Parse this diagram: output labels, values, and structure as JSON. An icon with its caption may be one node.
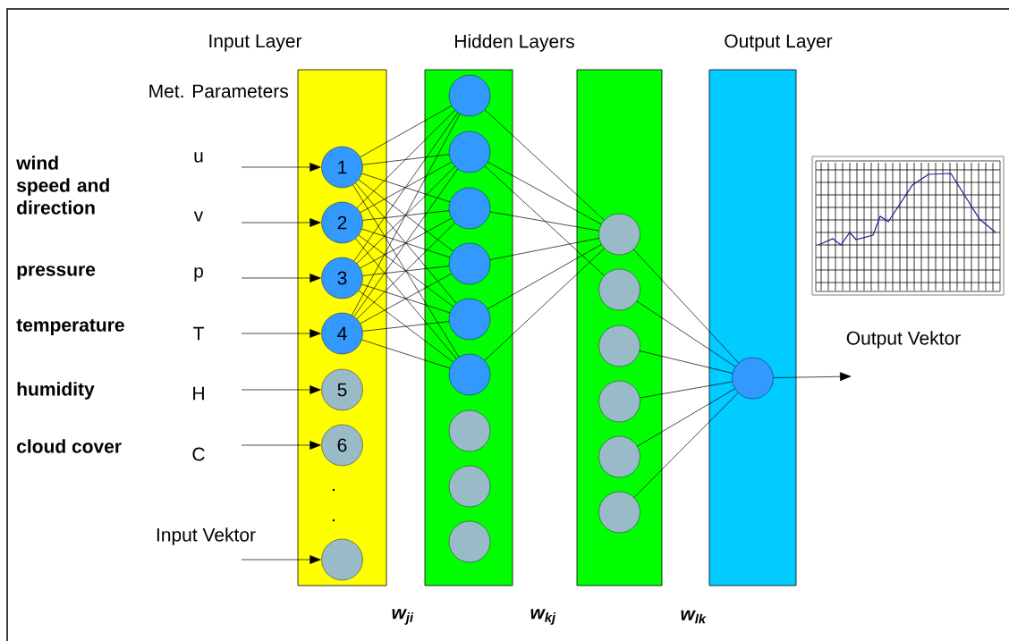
{
  "diagram": {
    "nodes": [
      {
        "text": [
          "Input Layer"
        ]
      },
      {
        "text": [
          "1"
        ],
        "in": 0
      },
      {
        "text": [
          "2"
        ],
        "in": 0
      },
      {
        "text": [
          "3"
        ],
        "in": 0
      },
      {
        "text": [
          "4"
        ],
        "in": 0
      },
      {
        "text": [
          "5"
        ],
        "in": 0
      },
      {
        "text": [
          "6"
        ],
        "in": 0
      },
      {
        "text": [],
        "shape": "circle",
        "in": 0
      },
      {
        "text": [],
        "shape": "bar"
      },
      {
        "text": [],
        "shape": "circle",
        "in": 8
      },
      {
        "text": [],
        "shape": "circle",
        "in": 8
      },
      {
        "text": [],
        "shape": "circle",
        "in": 8
      },
      {
        "text": [],
        "shape": "circle",
        "in": 8
      },
      {
        "text": [],
        "shape": "circle",
        "in": 8
      },
      {
        "text": [],
        "shape": "circle",
        "in": 8
      },
      {
        "text": [],
        "shape": "circle",
        "in": 8
      },
      {
        "text": [],
        "shape": "circle",
        "in": 8
      },
      {
        "text": [],
        "shape": "circle",
        "in": 8
      },
      {
        "text": [],
        "shape": "bar"
      },
      {
        "text": [],
        "shape": "circle",
        "in": 18
      },
      {
        "text": [],
        "shape": "circle",
        "in": 18
      },
      {
        "text": [],
        "shape": "circle",
        "in": 18
      },
      {
        "text": [],
        "shape": "circle",
        "in": 18
      },
      {
        "text": [],
        "shape": "circle",
        "in": 18
      },
      {
        "text": [],
        "shape": "circle",
        "in": 18
      },
      {
        "text": [
          "Output Layer"
        ]
      },
      {
        "text": [],
        "shape": "circle",
        "in": 25
      }
    ],
    "edges": [
      {
        "from": null,
        "to": 1,
        "arrow": "to"
      },
      {
        "from": null,
        "to": 2,
        "arrow": "to"
      },
      {
        "from": null,
        "to": 3,
        "arrow": "to"
      },
      {
        "from": null,
        "to": 4,
        "arrow": "to"
      },
      {
        "from": null,
        "to": 5,
        "arrow": "to"
      },
      {
        "from": null,
        "to": 6,
        "arrow": "to"
      },
      {
        "from": null,
        "to": 7,
        "arrow": "to"
      },
      {
        "from": 1,
        "to": 9,
        "arrow": "none"
      },
      {
        "from": 1,
        "to": 10,
        "arrow": "none"
      },
      {
        "from": 1,
        "to": 11,
        "arrow": "none"
      },
      {
        "from": 1,
        "to": 12,
        "arrow": "none"
      },
      {
        "from": 1,
        "to": 13,
        "arrow": "none"
      },
      {
        "from": 1,
        "to": 14,
        "arrow": "none"
      },
      {
        "from": 2,
        "to": 9,
        "arrow": "none"
      },
      {
        "from": 2,
        "to": 10,
        "arrow": "none"
      },
      {
        "from": 2,
        "to": 11,
        "arrow": "none"
      },
      {
        "from": 2,
        "to": 12,
        "arrow": "none"
      },
      {
        "from": 2,
        "to": 13,
        "arrow": "none"
      },
      {
        "from": 2,
        "to": 14,
        "arrow": "none"
      },
      {
        "from": 3,
        "to": 9,
        "arrow": "none"
      },
      {
        "from": 3,
        "to": 10,
        "arrow": "none"
      },
      {
        "from": 3,
        "to": 11,
        "arrow": "none"
      },
      {
        "from": 3,
        "to": 12,
        "arrow": "none"
      },
      {
        "from": 3,
        "to": 13,
        "arrow": "none"
      },
      {
        "from": 3,
        "to": 14,
        "arrow": "none"
      },
      {
        "from": 4,
        "to": 9,
        "arrow": "none"
      },
      {
        "from": 4,
        "to": 10,
        "arrow": "none"
      },
      {
        "from": 4,
        "to": 11,
        "arrow": "none"
      },
      {
        "from": 4,
        "to": 12,
        "arrow": "none"
      },
      {
        "from": 4,
        "to": 13,
        "arrow": "none"
      },
      {
        "from": 4,
        "to": 14,
        "arrow": "none"
      },
      {
        "from": 9,
        "to": 19,
        "arrow": "none"
      },
      {
        "from": 10,
        "to": 19,
        "arrow": "none"
      },
      {
        "from": 10,
        "to": 20,
        "arrow": "none"
      },
      {
        "from": 11,
        "to": 19,
        "arrow": "none"
      },
      {
        "from": 12,
        "to": 19,
        "arrow": "none"
      },
      {
        "from": 13,
        "to": 19,
        "arrow": "none"
      },
      {
        "from": 14,
        "to": 19,
        "arrow": "none"
      },
      {
        "from": 19,
        "to": 26,
        "arrow": "none"
      },
      {
        "from": 20,
        "to": 26,
        "arrow": "none"
      },
      {
        "from": 21,
        "to": 26,
        "arrow": "none"
      },
      {
        "from": 22,
        "to": 26,
        "arrow": "none"
      },
      {
        "from": 23,
        "to": 26,
        "arrow": "none"
      },
      {
        "from": 24,
        "to": 26,
        "arrow": "none"
      },
      {
        "from": 26,
        "to": null,
        "arrow": "to",
        "label": "Output Vektor"
      }
    ],
    "labels": [
      "Hidden Layers",
      "Met. Parameters",
      "wind speed and direction",
      "u",
      "v",
      "pressure",
      "p",
      "temperature",
      "T",
      "humidity",
      "H",
      "cloud cover",
      "C",
      ".",
      ".",
      "Input Vektor",
      "w$_{ji}$",
      "w$_{kj}$",
      "w$_{lk}$"
    ]
  }
}
